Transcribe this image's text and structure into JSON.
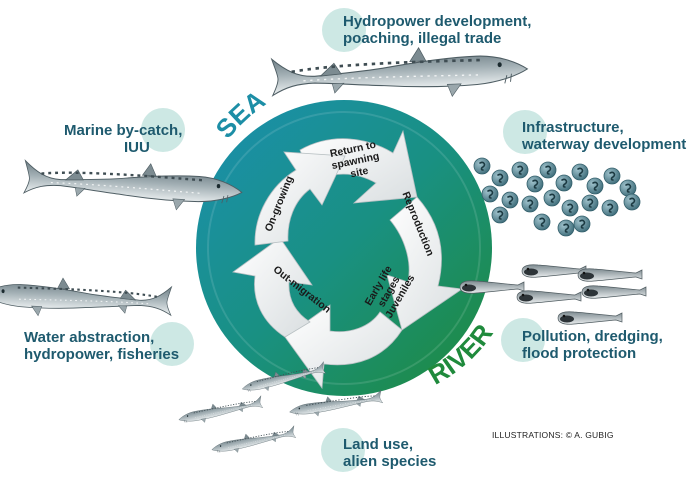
{
  "cycle": {
    "sea_label": "SEA",
    "river_label": "RIVER",
    "stages": {
      "return_to_spawning": [
        "Return to",
        "spawning",
        "site"
      ],
      "reproduction": [
        "Reproduction"
      ],
      "early_life": [
        "Early life",
        "stages",
        "Juveniles"
      ],
      "out_migration": [
        "Out-migration"
      ],
      "on_growing": [
        "On-growing"
      ]
    }
  },
  "threats": {
    "hydropower": [
      "Hydropower development,",
      "poaching, illegal trade"
    ],
    "infrastructure": [
      "Infrastructure,",
      "waterway development"
    ],
    "pollution": [
      "Pollution, dredging,",
      "flood protection"
    ],
    "land_use": [
      "Land use,",
      "alien species"
    ],
    "water_abstraction": [
      "Water abstraction,",
      "hydropower, fisheries"
    ],
    "marine_bycatch": [
      "Marine by-catch,",
      "IUU"
    ]
  },
  "credit": "ILLUSTRATIONS: © A. GUBIG",
  "colors": {
    "sea_teal": "#1c8ea6",
    "river_green": "#1f8a3c",
    "threat_circle": "#cde8e4",
    "threat_text": "#1e5a6e",
    "fish_body": "#8c9aa0",
    "egg": "#5f8a96"
  }
}
